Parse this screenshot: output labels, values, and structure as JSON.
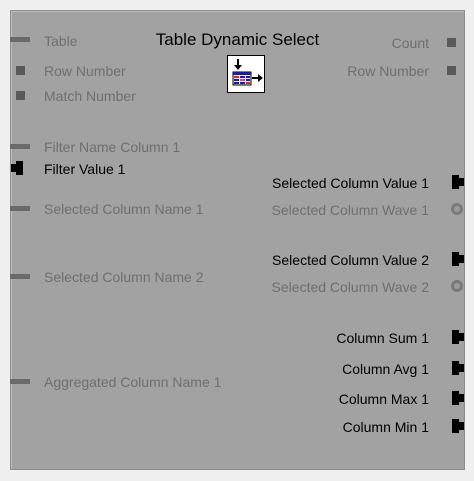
{
  "block": {
    "title": "Table Dynamic Select"
  },
  "inputs": {
    "table": "Table",
    "row_number": "Row Number",
    "match_number": "Match Number",
    "filter_name_col_1": "Filter Name Column 1",
    "filter_value_1": "Filter Value 1",
    "selected_col_name_1": "Selected Column Name 1",
    "selected_col_name_2": "Selected Column Name 2",
    "aggregated_col_name_1": "Aggregated Column Name 1"
  },
  "outputs": {
    "count": "Count",
    "row_number": "Row Number",
    "selected_col_value_1": "Selected Column Value 1",
    "selected_col_wave_1": "Selected Column Wave 1",
    "selected_col_value_2": "Selected Column Value 2",
    "selected_col_wave_2": "Selected Column Wave 2",
    "column_sum_1": "Column Sum 1",
    "column_avg_1": "Column Avg 1",
    "column_max_1": "Column Max 1",
    "column_min_1": "Column Min 1"
  },
  "icons": {
    "block_icon": "table-select-icon",
    "connected_input": "wire-input-icon",
    "unconnected_input": "unwired-input-icon",
    "connected_output": "wire-output-icon",
    "wave_output": "wave-output-icon"
  },
  "colors": {
    "block_bg": "#a2a2a2",
    "dim_label": "#6f6f6f",
    "active_label": "#000000"
  }
}
